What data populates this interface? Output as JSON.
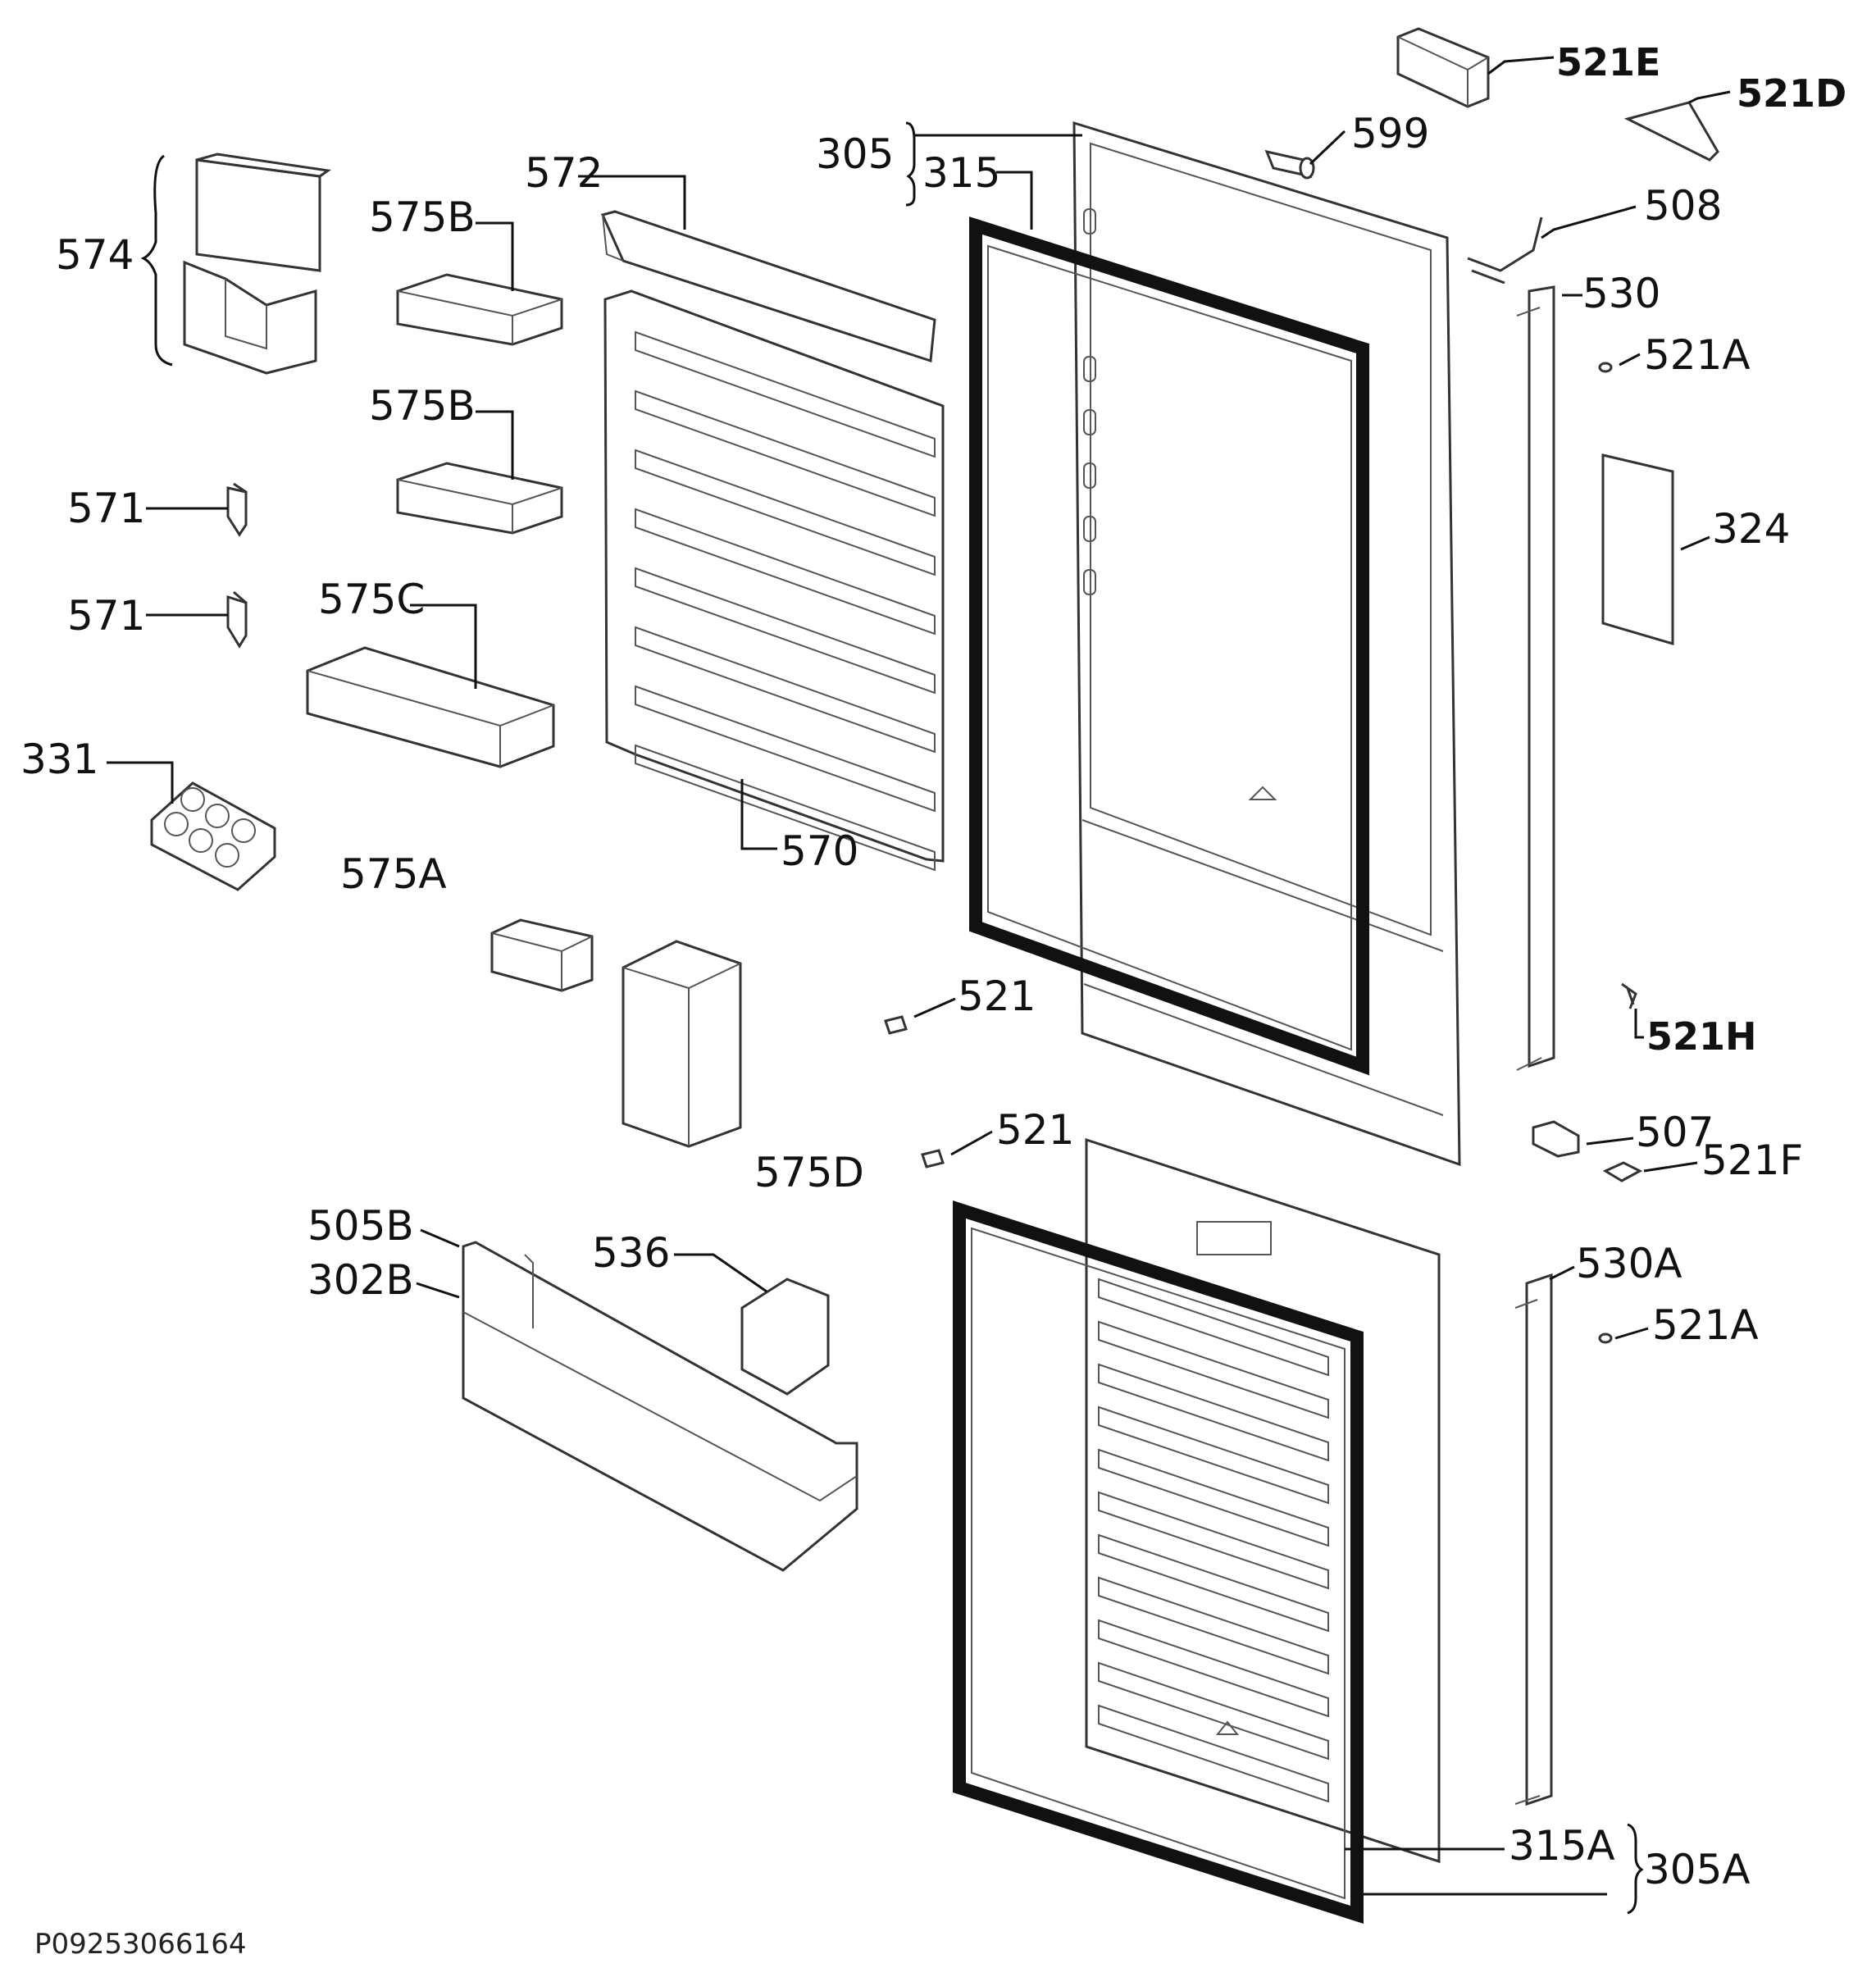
{
  "diagram_code": "P09253066164",
  "parts": [
    {
      "id": "574",
      "text": "574"
    },
    {
      "id": "575B-1",
      "text": "575B"
    },
    {
      "id": "575B-2",
      "text": "575B"
    },
    {
      "id": "575C",
      "text": "575C"
    },
    {
      "id": "575A",
      "text": "575A"
    },
    {
      "id": "575D",
      "text": "575D"
    },
    {
      "id": "571-1",
      "text": "571"
    },
    {
      "id": "571-2",
      "text": "571"
    },
    {
      "id": "331",
      "text": "331"
    },
    {
      "id": "572",
      "text": "572"
    },
    {
      "id": "570",
      "text": "570"
    },
    {
      "id": "305",
      "text": "305"
    },
    {
      "id": "315",
      "text": "315"
    },
    {
      "id": "599",
      "text": "599"
    },
    {
      "id": "521E",
      "text": "521E"
    },
    {
      "id": "521D",
      "text": "521D"
    },
    {
      "id": "508",
      "text": "508"
    },
    {
      "id": "530",
      "text": "530"
    },
    {
      "id": "521A-1",
      "text": "521A"
    },
    {
      "id": "324",
      "text": "324"
    },
    {
      "id": "521-1",
      "text": "521"
    },
    {
      "id": "521H",
      "text": "521H"
    },
    {
      "id": "521-2",
      "text": "521"
    },
    {
      "id": "507",
      "text": "507"
    },
    {
      "id": "521F",
      "text": "521F"
    },
    {
      "id": "505B",
      "text": "505B"
    },
    {
      "id": "302B",
      "text": "302B"
    },
    {
      "id": "536",
      "text": "536"
    },
    {
      "id": "530A",
      "text": "530A"
    },
    {
      "id": "521A-2",
      "text": "521A"
    },
    {
      "id": "315A",
      "text": "315A"
    },
    {
      "id": "305A",
      "text": "305A"
    }
  ]
}
